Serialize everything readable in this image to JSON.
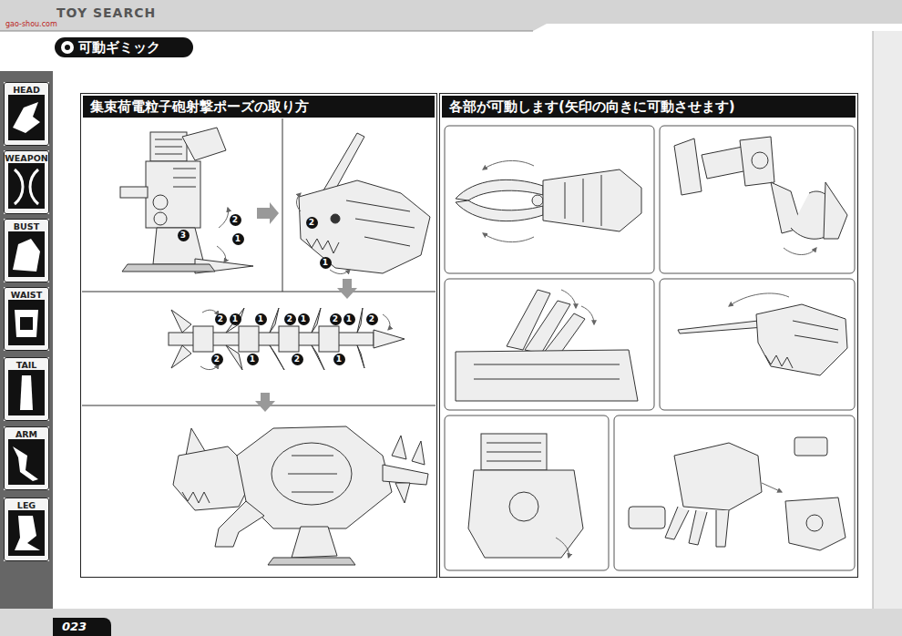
{
  "diagram": {
    "title": "可動ギミック",
    "nodes": [
      {
        "text": [
          "HEAD"
        ]
      },
      {
        "text": [
          "WEAPON"
        ]
      },
      {
        "text": [
          "BUST"
        ]
      },
      {
        "text": [
          "WAIST"
        ]
      },
      {
        "text": [
          "TAIL"
        ]
      },
      {
        "text": [
          "ARM"
        ]
      },
      {
        "text": [
          "LEG"
        ]
      },
      {
        "text": [
          "集束荷電粒子砲射撃ポーズの取り方"
        ]
      },
      {
        "text": [
          "各部が可動します(矢印の向きに可動させます)"
        ]
      },
      {
        "text": [
          "023"
        ]
      }
    ],
    "labels": [
      "TOY SEARCH",
      "gao-shou.com",
      "2",
      "1",
      "3",
      "2",
      "1",
      "2",
      "1",
      "1",
      "2",
      "1",
      "2",
      "1",
      "2",
      "2",
      "1",
      "2",
      "1"
    ]
  }
}
